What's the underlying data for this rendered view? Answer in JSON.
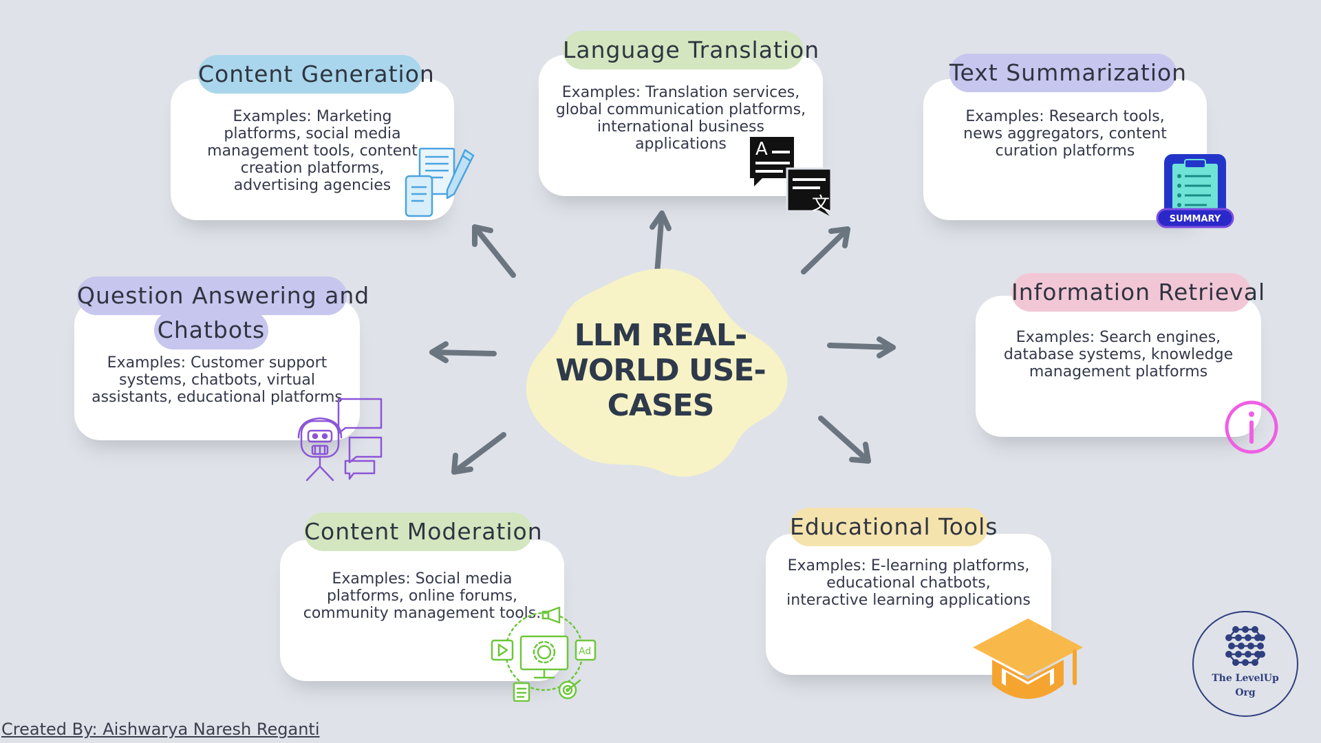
{
  "center": {
    "title": "LLM REAL-WORLD USE-CASES"
  },
  "cards": {
    "content_generation": {
      "title": "Content Generation",
      "text": "Examples: Marketing platforms, social media management tools, content creation platforms, advertising agencies"
    },
    "language_translation": {
      "title": "Language Translation",
      "text": "Examples: Translation services, global communication platforms, international business applications"
    },
    "text_summarization": {
      "title": "Text Summarization",
      "text": "Examples: Research tools, news aggregators, content curation platforms"
    },
    "question_answering": {
      "title": "Question Answering and Chatbots",
      "title_line1": "Question Answering and",
      "title_line2": "Chatbots",
      "text": "Examples: Customer support systems, chatbots, virtual assistants, educational platforms"
    },
    "information_retrieval": {
      "title": "Information Retrieval",
      "text": "Examples: Search engines, database systems, knowledge management platforms"
    },
    "content_moderation": {
      "title": "Content Moderation",
      "text": "Examples: Social media platforms, online forums, community management tools."
    },
    "educational_tools": {
      "title": "Educational Tools",
      "text": "Examples: E-learning platforms, educational chatbots, interactive learning applications"
    }
  },
  "icons": {
    "content_generation": "document-pen-icon",
    "language_translation": "translation-chat-icon",
    "text_summarization": "summary-clipboard-icon",
    "summary_badge": "SUMMARY",
    "question_answering": "robot-chat-icon",
    "information_retrieval": "info-circle-icon",
    "content_moderation": "monitor-gear-icon",
    "educational_tools": "graduation-cap-icon"
  },
  "logo": {
    "line1": "The LevelUp",
    "line2": "Org"
  },
  "credit": "Created By: Aishwarya Naresh Reganti",
  "colors": {
    "background": "#dfe2e8",
    "blue_pill": "#a9d6ec",
    "green_pill": "#d3e6c0",
    "lavender_pill": "#c6c6ee",
    "pink_pill": "#f2c7d5",
    "yellow_pill": "#f5e3ae",
    "center_blob": "#f7f3c6",
    "arrow": "#6b7580",
    "logo_navy": "#2f3f7e"
  }
}
